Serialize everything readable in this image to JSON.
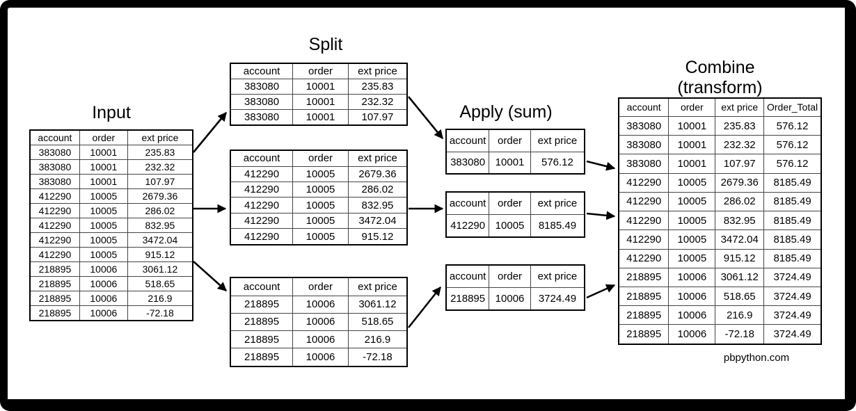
{
  "colors": {
    "background": "#ffffff",
    "frame": "#000000",
    "text": "#000000",
    "table_border": "#444444"
  },
  "input": {
    "title": "Input",
    "headers": [
      "account",
      "order",
      "ext price"
    ],
    "rows": [
      [
        "383080",
        "10001",
        "235.83"
      ],
      [
        "383080",
        "10001",
        "232.32"
      ],
      [
        "383080",
        "10001",
        "107.97"
      ],
      [
        "412290",
        "10005",
        "2679.36"
      ],
      [
        "412290",
        "10005",
        "286.02"
      ],
      [
        "412290",
        "10005",
        "832.95"
      ],
      [
        "412290",
        "10005",
        "3472.04"
      ],
      [
        "412290",
        "10005",
        "915.12"
      ],
      [
        "218895",
        "10006",
        "3061.12"
      ],
      [
        "218895",
        "10006",
        "518.65"
      ],
      [
        "218895",
        "10006",
        "216.9"
      ],
      [
        "218895",
        "10006",
        "-72.18"
      ]
    ]
  },
  "split": {
    "title": "Split",
    "tables": [
      {
        "headers": [
          "account",
          "order",
          "ext price"
        ],
        "rows": [
          [
            "383080",
            "10001",
            "235.83"
          ],
          [
            "383080",
            "10001",
            "232.32"
          ],
          [
            "383080",
            "10001",
            "107.97"
          ]
        ]
      },
      {
        "headers": [
          "account",
          "order",
          "ext price"
        ],
        "rows": [
          [
            "412290",
            "10005",
            "2679.36"
          ],
          [
            "412290",
            "10005",
            "286.02"
          ],
          [
            "412290",
            "10005",
            "832.95"
          ],
          [
            "412290",
            "10005",
            "3472.04"
          ],
          [
            "412290",
            "10005",
            "915.12"
          ]
        ]
      },
      {
        "headers": [
          "account",
          "order",
          "ext price"
        ],
        "rows": [
          [
            "218895",
            "10006",
            "3061.12"
          ],
          [
            "218895",
            "10006",
            "518.65"
          ],
          [
            "218895",
            "10006",
            "216.9"
          ],
          [
            "218895",
            "10006",
            "-72.18"
          ]
        ]
      }
    ]
  },
  "apply": {
    "title": "Apply (sum)",
    "tables": [
      {
        "headers": [
          "account",
          "order",
          "ext price"
        ],
        "rows": [
          [
            "383080",
            "10001",
            "576.12"
          ]
        ]
      },
      {
        "headers": [
          "account",
          "order",
          "ext price"
        ],
        "rows": [
          [
            "412290",
            "10005",
            "8185.49"
          ]
        ]
      },
      {
        "headers": [
          "account",
          "order",
          "ext price"
        ],
        "rows": [
          [
            "218895",
            "10006",
            "3724.49"
          ]
        ]
      }
    ]
  },
  "combine": {
    "title_line1": "Combine",
    "title_line2": "(transform)",
    "headers": [
      "account",
      "order",
      "ext price",
      "Order_Total"
    ],
    "rows": [
      [
        "383080",
        "10001",
        "235.83",
        "576.12"
      ],
      [
        "383080",
        "10001",
        "232.32",
        "576.12"
      ],
      [
        "383080",
        "10001",
        "107.97",
        "576.12"
      ],
      [
        "412290",
        "10005",
        "2679.36",
        "8185.49"
      ],
      [
        "412290",
        "10005",
        "286.02",
        "8185.49"
      ],
      [
        "412290",
        "10005",
        "832.95",
        "8185.49"
      ],
      [
        "412290",
        "10005",
        "3472.04",
        "8185.49"
      ],
      [
        "412290",
        "10005",
        "915.12",
        "8185.49"
      ],
      [
        "218895",
        "10006",
        "3061.12",
        "3724.49"
      ],
      [
        "218895",
        "10006",
        "518.65",
        "3724.49"
      ],
      [
        "218895",
        "10006",
        "216.9",
        "3724.49"
      ],
      [
        "218895",
        "10006",
        "-72.18",
        "3724.49"
      ]
    ]
  },
  "credit": "pbpython.com"
}
